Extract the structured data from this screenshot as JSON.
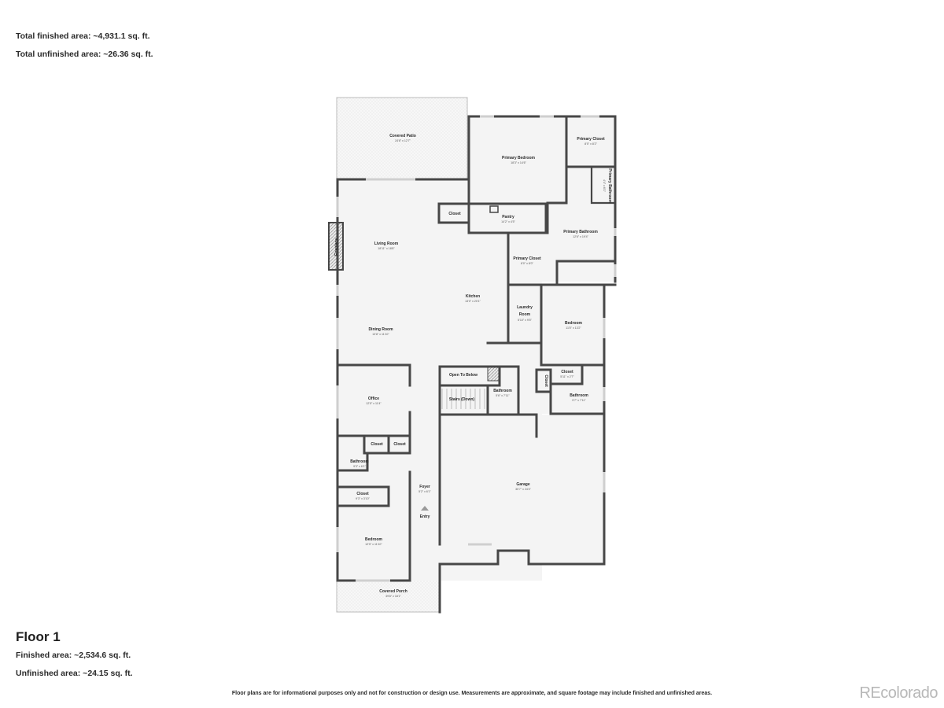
{
  "summary": {
    "total_finished": "Total finished area: ~4,931.1 sq. ft.",
    "total_unfinished": "Total unfinished area: ~26.36 sq. ft."
  },
  "floor": {
    "title": "Floor 1",
    "finished": "Finished area: ~2,534.6 sq. ft.",
    "unfinished": "Unfinished area: ~24.15 sq. ft."
  },
  "rooms": {
    "covered_patio": {
      "name": "Covered Patio",
      "dims": "24'8\" x 12'7\""
    },
    "primary_bedroom": {
      "name": "Primary Bedroom",
      "dims": "18'3\" x 14'6\""
    },
    "primary_closet_1": {
      "name": "Primary Closet",
      "dims": "8'5\" x 8'2\""
    },
    "primary_bathroom_small": {
      "name": "Primary Bathroom",
      "dims": "4'4\" x 6'1\""
    },
    "closet_kitchen": {
      "name": "Closet"
    },
    "pantry": {
      "name": "Pantry",
      "dims": "14'2\" x 4'5\""
    },
    "primary_bathroom": {
      "name": "Primary Bathroom",
      "dims": "12'6\" x 19'4\""
    },
    "living_room": {
      "name": "Living Room",
      "dims": "18'11\" x 18'8\""
    },
    "fireplace": {
      "name": "Fireplace"
    },
    "primary_closet_2": {
      "name": "Primary Closet",
      "dims": "8'0\" x 8'0\""
    },
    "kitchen": {
      "name": "Kitchen",
      "dims": "13'0\" x 20'1\""
    },
    "laundry": {
      "name": "Laundry Room",
      "dims": "5'10\" x 9'5\""
    },
    "bedroom_right": {
      "name": "Bedroom",
      "dims": "11'5\" x 13'2\""
    },
    "dining_room": {
      "name": "Dining Room",
      "dims": "13'8\" x 11'10\""
    },
    "open_to_below": {
      "name": "Open To Below"
    },
    "stairs": {
      "name": "Stairs (Down)"
    },
    "bathroom_center": {
      "name": "Bathroom",
      "dims": "5'6\" x 7'11\""
    },
    "closet_vertical": {
      "name": "Closet"
    },
    "closet_right": {
      "name": "Closet",
      "dims": "5'11\" x 2'7\""
    },
    "bathroom_right": {
      "name": "Bathroom",
      "dims": "9'7\" x 7'11\""
    },
    "office": {
      "name": "Office",
      "dims": "12'5\" x 11'4\""
    },
    "closet_a": {
      "name": "Closet"
    },
    "closet_b": {
      "name": "Closet"
    },
    "bathroom_left": {
      "name": "Bathroom",
      "dims": "9'3\" x 6'1\""
    },
    "garage": {
      "name": "Garage",
      "dims": "30'7\" x 24'4\""
    },
    "foyer": {
      "name": "Foyer",
      "dims": "5'2\" x 6'1\""
    },
    "closet_left": {
      "name": "Closet",
      "dims": "9'3\" x 3'10\""
    },
    "entry": {
      "name": "Entry"
    },
    "bedroom_left": {
      "name": "Bedroom",
      "dims": "12'5\" x 11'10\""
    },
    "covered_porch": {
      "name": "Covered Porch",
      "dims": "39'6\" x 18'1\""
    }
  },
  "disclaimer": "Floor plans are for informational purposes only and not for construction or design use. Measurements are approximate, and square footage may include finished and unfinished areas.",
  "brand": "REcolorado"
}
